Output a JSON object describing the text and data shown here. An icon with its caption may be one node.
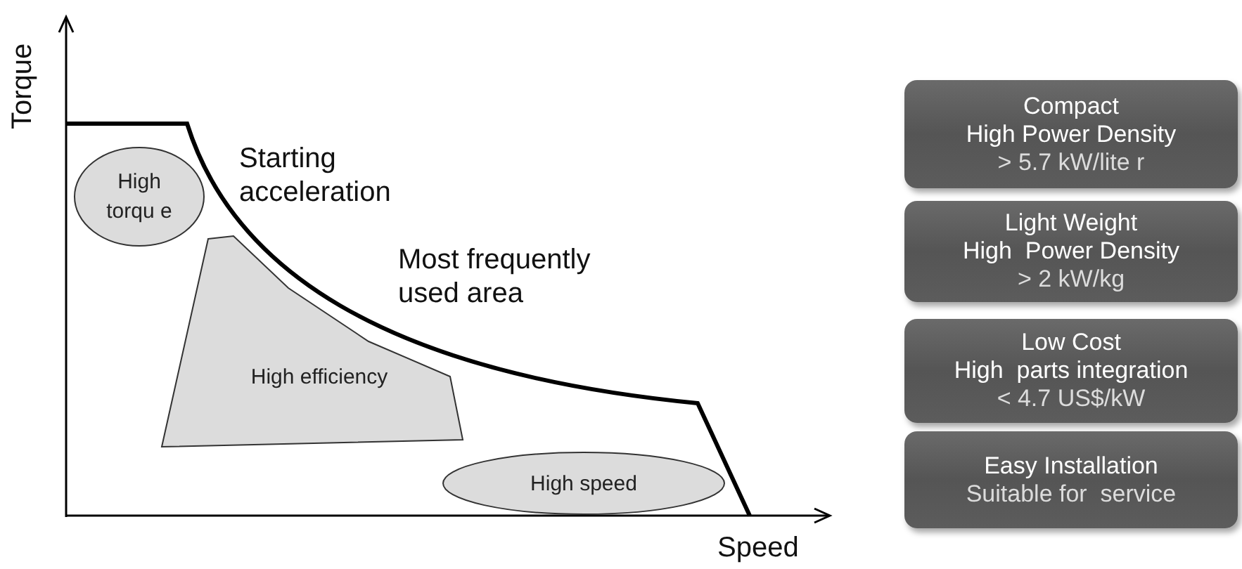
{
  "diagram": {
    "nodes": [
      {
        "text": [
          "High torqu e"
        ]
      },
      {
        "text": [
          "High efficiency"
        ]
      },
      {
        "text": [
          "High speed"
        ]
      },
      {
        "text": [
          "Compact",
          "High Power Density",
          "> 5.7 kW/lite r"
        ]
      },
      {
        "text": [
          "Light Weight",
          "High  Power Density",
          "> 2 kW/kg"
        ]
      },
      {
        "text": [
          "Low Cost",
          "High  parts integration",
          "< 4.7 US$/kW"
        ]
      },
      {
        "text": [
          "Easy Installation",
          "Suitable for  service"
        ]
      }
    ],
    "labels": [
      "Torque",
      "Starting acceleration",
      "Most frequently used area",
      "Speed"
    ]
  }
}
